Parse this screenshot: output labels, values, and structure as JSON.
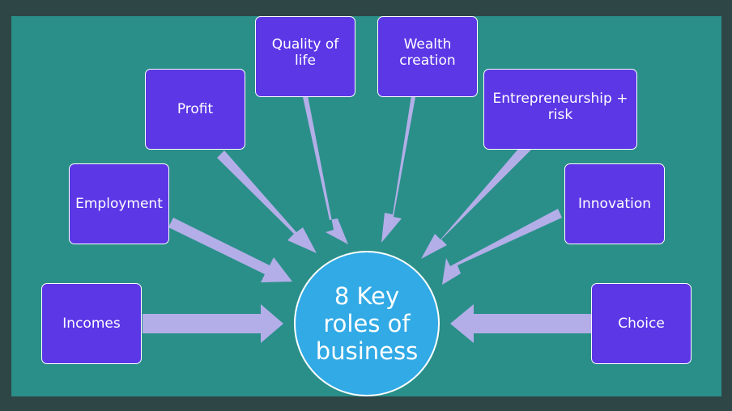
{
  "diagram": {
    "center_label": "8 Key\nroles of\nbusiness",
    "boxes": [
      {
        "label": "Incomes"
      },
      {
        "label": "Employment"
      },
      {
        "label": "Profit"
      },
      {
        "label": "Quality of\nlife"
      },
      {
        "label": "Wealth\ncreation"
      },
      {
        "label": "Entrepreneurship +\nrisk"
      },
      {
        "label": "Innovation"
      },
      {
        "label": "Choice"
      }
    ]
  },
  "colors": {
    "background": "#2a8f89",
    "frame": "#2f4646",
    "box_fill": "#5b37e6",
    "arrow_fill": "#b3aee8",
    "center_fill": "#31aae6"
  }
}
